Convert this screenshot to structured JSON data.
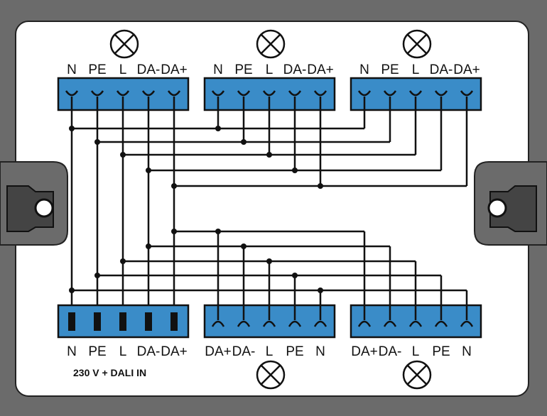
{
  "top_blocks": [
    {
      "labels": [
        "N",
        "PE",
        "L",
        "DA-",
        "DA+"
      ]
    },
    {
      "labels": [
        "N",
        "PE",
        "L",
        "DA-",
        "DA+"
      ]
    },
    {
      "labels": [
        "N",
        "PE",
        "L",
        "DA-",
        "DA+"
      ]
    }
  ],
  "bottom_blocks": [
    {
      "labels": [
        "N",
        "PE",
        "L",
        "DA-",
        "DA+"
      ],
      "type": "input"
    },
    {
      "labels": [
        "DA+",
        "DA-",
        "L",
        "PE",
        "N"
      ],
      "type": "output"
    },
    {
      "labels": [
        "DA+",
        "DA-",
        "L",
        "PE",
        "N"
      ],
      "type": "output"
    }
  ],
  "input_caption": "230 V + DALI IN",
  "colors": {
    "terminal": "#3a8cc8",
    "background": "#6b6b6b",
    "panel": "#ffffff"
  }
}
